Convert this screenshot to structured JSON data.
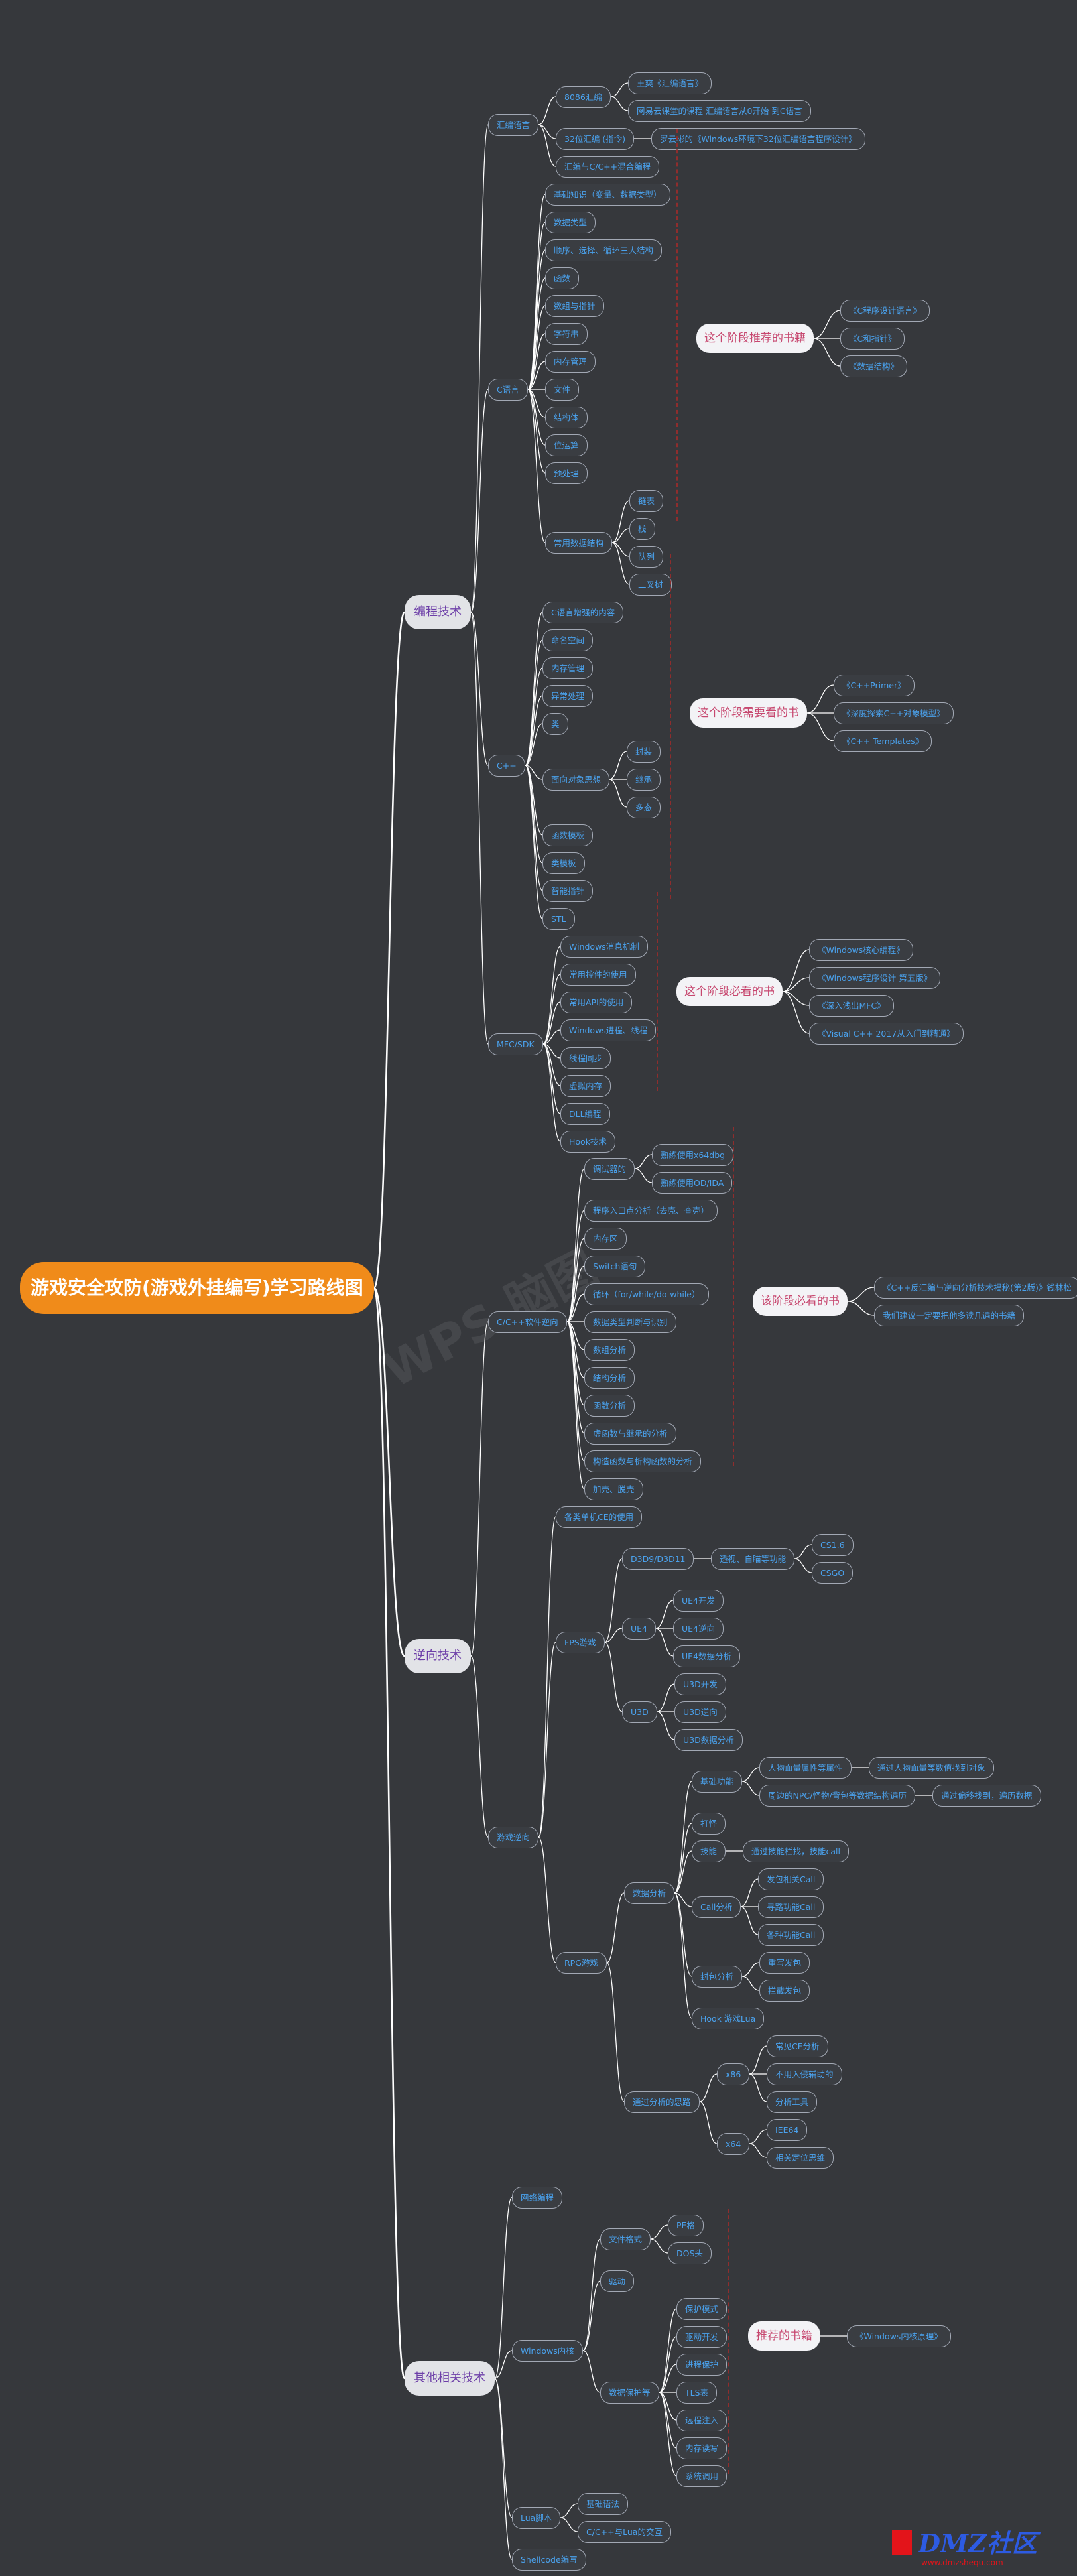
{
  "root": "游戏安全攻防(游戏外挂编写)学习路线图",
  "watermark": "WPS 脑图",
  "logo": {
    "text": "DMZ社区",
    "url": "www.dmzshequ.com"
  },
  "colors": {
    "background": "#36383c",
    "root": "#f08b1a",
    "category": "#e2e3e7",
    "node_text": "#4aa1ec",
    "book_label": "#c7476f",
    "link": "#ffffff"
  },
  "branches": [
    {
      "label": "编程技术",
      "children": [
        {
          "label": "汇编语言",
          "children": [
            {
              "label": "8086汇编",
              "children": [
                {
                  "label": "王爽《汇编语言》"
                },
                {
                  "label": "网易云课堂的课程 汇编语言从0开始 到C语言"
                }
              ]
            },
            {
              "label": "32位汇编 (指令)",
              "children": [
                {
                  "label": "罗云彬的《Windows环境下32位汇编语言程序设计》"
                }
              ]
            },
            {
              "label": "汇编与C/C++混合编程"
            }
          ]
        },
        {
          "label": "C语言",
          "children": [
            {
              "label": "基础知识（变量、数据类型）"
            },
            {
              "label": "数据类型"
            },
            {
              "label": "顺序、选择、循环三大结构"
            },
            {
              "label": "函数"
            },
            {
              "label": "数组与指针"
            },
            {
              "label": "字符串"
            },
            {
              "label": "内存管理"
            },
            {
              "label": "文件"
            },
            {
              "label": "结构体"
            },
            {
              "label": "位运算"
            },
            {
              "label": "预处理"
            },
            {
              "label": "常用数据结构",
              "children": [
                {
                  "label": "链表"
                },
                {
                  "label": "栈"
                },
                {
                  "label": "队列"
                },
                {
                  "label": "二叉树"
                }
              ]
            }
          ]
        },
        {
          "label": "C++",
          "children": [
            {
              "label": "C语言增强的内容"
            },
            {
              "label": "命名空间"
            },
            {
              "label": "内存管理"
            },
            {
              "label": "异常处理"
            },
            {
              "label": "类"
            },
            {
              "label": "面向对象思想",
              "children": [
                {
                  "label": "封装"
                },
                {
                  "label": "继承"
                },
                {
                  "label": "多态"
                }
              ]
            },
            {
              "label": "函数模板"
            },
            {
              "label": "类模板"
            },
            {
              "label": "智能指针"
            },
            {
              "label": "STL"
            }
          ]
        },
        {
          "label": "MFC/SDK",
          "children": [
            {
              "label": "Windows消息机制"
            },
            {
              "label": "常用控件的使用"
            },
            {
              "label": "常用API的使用"
            },
            {
              "label": "Windows进程、线程"
            },
            {
              "label": "线程同步"
            },
            {
              "label": "虚拟内存"
            },
            {
              "label": "DLL编程"
            },
            {
              "label": "Hook技术"
            }
          ]
        }
      ]
    },
    {
      "label": "逆向技术",
      "children": [
        {
          "label": "C/C++软件逆向",
          "children": [
            {
              "label": "调试器的",
              "children": [
                {
                  "label": "熟练使用x64dbg"
                },
                {
                  "label": "熟练使用OD/IDA"
                }
              ]
            },
            {
              "label": "程序入口点分析（去壳、查壳）"
            },
            {
              "label": "内存区"
            },
            {
              "label": "Switch语句"
            },
            {
              "label": "循环（for/while/do-while）"
            },
            {
              "label": "数据类型判断与识别"
            },
            {
              "label": "数组分析"
            },
            {
              "label": "结构分析"
            },
            {
              "label": "函数分析"
            },
            {
              "label": "虚函数与继承的分析"
            },
            {
              "label": "构造函数与析构函数的分析"
            },
            {
              "label": "加壳、脱壳"
            }
          ]
        },
        {
          "label": "游戏逆向",
          "children": [
            {
              "label": "各类单机CE的使用"
            },
            {
              "label": "FPS游戏",
              "children": [
                {
                  "label": "D3D9/D3D11",
                  "children": [
                    {
                      "label": "透视、自瞄等功能",
                      "children": [
                        {
                          "label": "CS1.6"
                        },
                        {
                          "label": "CSGO"
                        }
                      ]
                    }
                  ]
                },
                {
                  "label": "UE4",
                  "children": [
                    {
                      "label": "UE4开发"
                    },
                    {
                      "label": "UE4逆向"
                    },
                    {
                      "label": "UE4数据分析"
                    }
                  ]
                },
                {
                  "label": "U3D",
                  "children": [
                    {
                      "label": "U3D开发"
                    },
                    {
                      "label": "U3D逆向"
                    },
                    {
                      "label": "U3D数据分析"
                    }
                  ]
                }
              ]
            },
            {
              "label": "RPG游戏",
              "children": [
                {
                  "label": "数据分析",
                  "children": [
                    {
                      "label": "基础功能",
                      "children": [
                        {
                          "label": "人物血量属性等属性",
                          "children": [
                            {
                              "label": "通过人物血量等数值找到对象"
                            }
                          ]
                        },
                        {
                          "label": "周边的NPC/怪物/背包等数据结构遍历",
                          "children": [
                            {
                              "label": "通过偏移找到，遍历数据"
                            }
                          ]
                        }
                      ]
                    },
                    {
                      "label": "打怪"
                    },
                    {
                      "label": "技能",
                      "children": [
                        {
                          "label": "通过技能栏找，技能call"
                        }
                      ]
                    },
                    {
                      "label": "Call分析",
                      "children": [
                        {
                          "label": "发包相关Call"
                        },
                        {
                          "label": "寻路功能Call"
                        },
                        {
                          "label": "各种功能Call"
                        }
                      ]
                    },
                    {
                      "label": "封包分析",
                      "children": [
                        {
                          "label": "重写发包"
                        },
                        {
                          "label": "拦截发包"
                        }
                      ]
                    },
                    {
                      "label": "Hook 游戏Lua"
                    }
                  ]
                },
                {
                  "label": "通过分析的思路",
                  "children": [
                    {
                      "label": "x86",
                      "children": [
                        {
                          "label": "常见CE分析"
                        },
                        {
                          "label": "不用入侵辅助的"
                        },
                        {
                          "label": "分析工具"
                        }
                      ]
                    },
                    {
                      "label": "x64",
                      "children": [
                        {
                          "label": "IEE64"
                        },
                        {
                          "label": "相关定位思维"
                        }
                      ]
                    }
                  ]
                }
              ]
            }
          ]
        }
      ]
    },
    {
      "label": "其他相关技术",
      "children": [
        {
          "label": "网络编程"
        },
        {
          "label": "Windows内核",
          "children": [
            {
              "label": "文件格式",
              "children": [
                {
                  "label": "PE格"
                },
                {
                  "label": "DOS头"
                }
              ]
            },
            {
              "label": "驱动"
            },
            {
              "label": "数据保护等",
              "children": [
                {
                  "label": "保护模式"
                },
                {
                  "label": "驱动开发"
                },
                {
                  "label": "进程保护"
                },
                {
                  "label": "TLS表"
                },
                {
                  "label": "远程注入"
                },
                {
                  "label": "内存读写"
                },
                {
                  "label": "系统调用"
                }
              ]
            }
          ]
        },
        {
          "label": "Lua脚本",
          "children": [
            {
              "label": "基础语法"
            },
            {
              "label": "C/C++与Lua的交互"
            }
          ]
        },
        {
          "label": "Shellcode编写"
        }
      ]
    }
  ],
  "book_groups": [
    {
      "label": "这个阶段推荐的书籍",
      "items": [
        "《C程序设计语言》",
        "《C和指针》",
        "《数据结构》"
      ]
    },
    {
      "label": "这个阶段需要看的书",
      "items": [
        "《C++Primer》",
        "《深度探索C++对象模型》",
        "《C++ Templates》"
      ]
    },
    {
      "label": "这个阶段必看的书",
      "items": [
        "《Windows核心编程》",
        "《Windows程序设计 第五版》",
        "《深入浅出MFC》",
        "《Visual C++ 2017从入门到精通》"
      ]
    },
    {
      "label": "该阶段必看的书",
      "items": [
        "《C++反汇编与逆向分析技术揭秘(第2版)》钱林松",
        "我们建议一定要把他多读几遍的书籍"
      ]
    },
    {
      "label": "推荐的书籍",
      "items": [
        "《Windows内核原理》"
      ]
    }
  ]
}
